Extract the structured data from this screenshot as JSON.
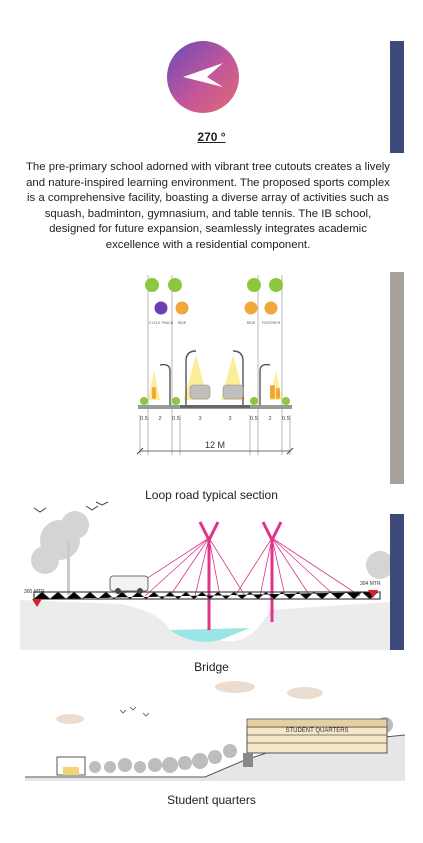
{
  "orientation": {
    "degree": "270 °"
  },
  "description": "The pre-primary school adorned with vibrant tree cutouts creates a lively and nature-inspired learning environment. The proposed sports complex is a comprehensive facility, boasting a diverse array of activities such as squash, badminton, gymnasium, and table tennis. The IB school, designed for future expansion, seamlessly integrates academic excellence with a residential component.",
  "road_section": {
    "caption": "Loop road typical section",
    "total_width": "12 M",
    "segments": [
      "0.5",
      "2",
      "0.5",
      "3",
      "3",
      "0.5",
      "2",
      "0.5"
    ],
    "icon_labels": [
      "CYCLE TRACK",
      "RIDE",
      "RIDE",
      "FOOTPATH"
    ]
  },
  "bridge": {
    "caption": "Bridge",
    "left_level": "300 MTR",
    "right_level": "304 MTR"
  },
  "student_quarters": {
    "caption": "Student quarters",
    "building_label": "STUDENT QUARTERS"
  },
  "colors": {
    "accent_navy": "#3d4978",
    "accent_grey": "#a8a29d",
    "cable_pink": "#e0338c",
    "icon_green": "#8dc63f",
    "icon_purple": "#6a3fb5",
    "icon_orange": "#f2a73a",
    "water_cyan": "#9ae6e6",
    "marker_red": "#d81e2a"
  }
}
